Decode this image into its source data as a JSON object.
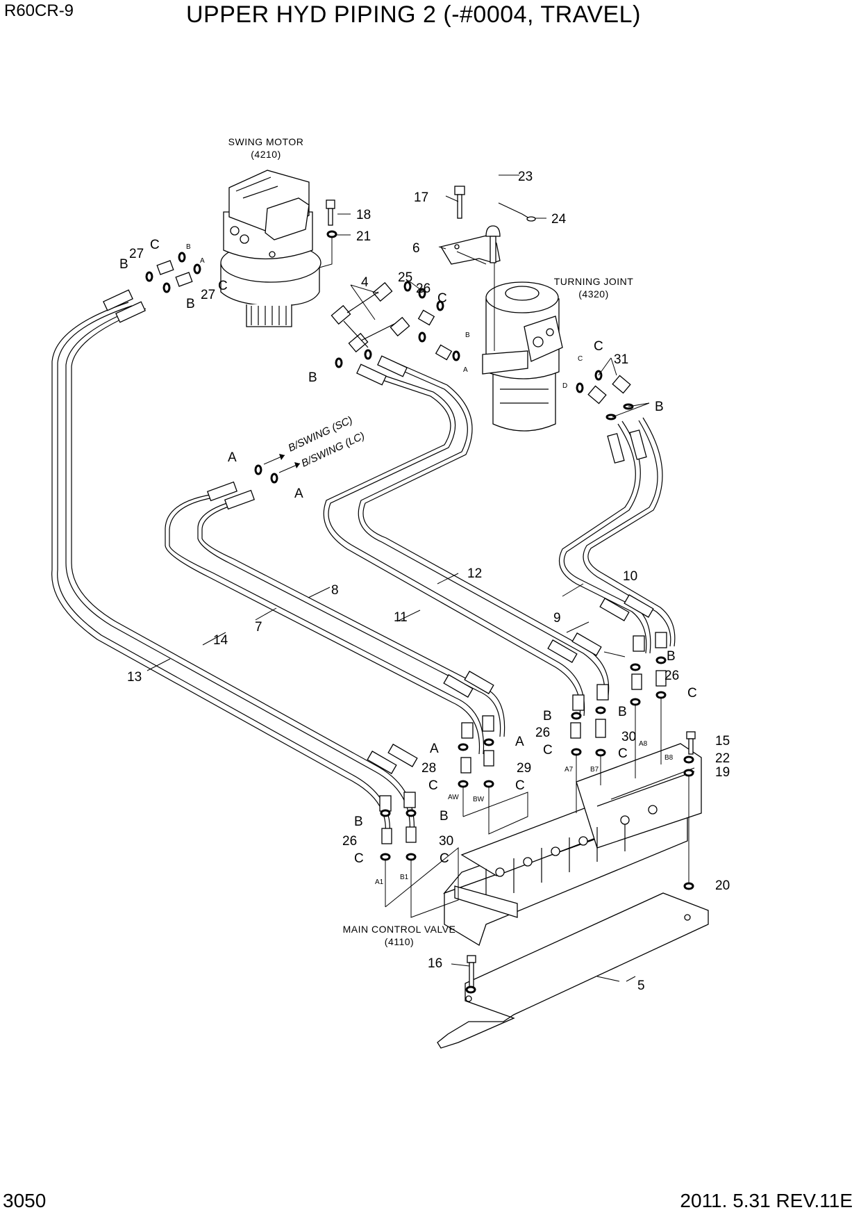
{
  "header": {
    "model": "R60CR-9",
    "title": "UPPER HYD PIPING 2 (-#0004, TRAVEL)"
  },
  "footer": {
    "page_number": "3050",
    "revision": "2011. 5.31  REV.11E"
  },
  "components": {
    "swing_motor": {
      "name": "SWING MOTOR",
      "code": "(4210)"
    },
    "turning_joint": {
      "name": "TURNING JOINT",
      "code": "(4320)"
    },
    "main_control_valve": {
      "name": "MAIN CONTROL VALVE",
      "code": "(4110)"
    }
  },
  "annotations": {
    "bswing_sc": "B/SWING (SC)",
    "bswing_lc": "B/SWING (LC)"
  },
  "part_numbers": {
    "p4": "4",
    "p5": "5",
    "p6": "6",
    "p7": "7",
    "p8": "8",
    "p9": "9",
    "p10": "10",
    "p11": "11",
    "p12": "12",
    "p13": "13",
    "p14": "14",
    "p15": "15",
    "p16": "16",
    "p17": "17",
    "p18": "18",
    "p19": "19",
    "p20": "20",
    "p21": "21",
    "p22": "22",
    "p23": "23",
    "p24": "24",
    "p25": "25",
    "p26": "26",
    "p27": "27",
    "p28": "28",
    "p29": "29",
    "p30": "30",
    "p31": "31"
  },
  "port_tags": {
    "A": "A",
    "B": "B",
    "C": "C",
    "D": "D"
  },
  "port_labels": {
    "AW": "AW",
    "BW": "BW",
    "A1": "A1",
    "B1": "B1",
    "A7": "A7",
    "B7": "B7",
    "A8": "A8",
    "B8": "B8"
  }
}
